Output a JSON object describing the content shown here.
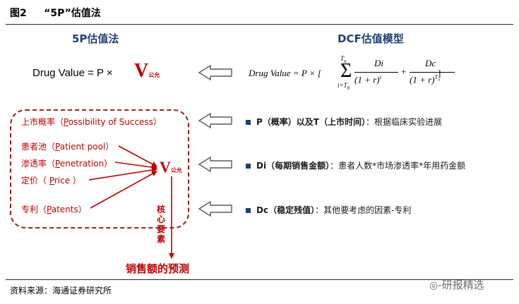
{
  "header": {
    "figure_label": "图2",
    "title": "“5P”估值法"
  },
  "left": {
    "title": "5P估值法",
    "formula_prefix": "Drug Value = P ×",
    "v_symbol": "V",
    "v_sub": "公允",
    "factors": [
      {
        "pre": "上市概率（",
        "initial": "P",
        "rest": "ossibility of Success）"
      },
      {
        "pre": "患者池（",
        "initial": "P",
        "rest": "atient pool）"
      },
      {
        "pre": "渗透率（",
        "initial": "P",
        "rest": "enetration）"
      },
      {
        "pre": "定价（ ",
        "initial": "P",
        "rest": "rice ）"
      },
      {
        "pre": "专利（",
        "initial": "P",
        "rest": "atents）"
      }
    ],
    "core": [
      "核",
      "心",
      "要",
      "素"
    ],
    "sales_forecast": "销售额的预测"
  },
  "right": {
    "title": "DCF估值模型",
    "formula": {
      "lhs": "Drug Value = P × [",
      "sum_top": "T",
      "sum_top_sub": "n",
      "sum_bottom": "i=T",
      "sum_bottom_sub": "0",
      "t1_num": "Di",
      "t1_den": "(1 + r)",
      "t1_exp": "i",
      "plus": "+",
      "t2_num": "Dc",
      "t2_den": "(1 + r)",
      "t2_exp": "T",
      "t2_exp_sub": "n",
      "rhs": "]"
    },
    "bullets": [
      {
        "bold": "P（概率）以及T（上市时间）",
        "rest": "：根据临床实验进展"
      },
      {
        "bold": "Di（每期销售金额）",
        "rest": "：患者人数*市场渗透率*年用药金额"
      },
      {
        "bold": "Dc（稳定残值）",
        "rest": "：其他要考虑的因素-专利"
      }
    ]
  },
  "footer": {
    "source": "资料来源：海通证券研究所"
  },
  "watermark": "研报精选",
  "colors": {
    "red": "#c00000",
    "navy": "#1f3f73",
    "arrow_gray": "#5a5a5a"
  }
}
